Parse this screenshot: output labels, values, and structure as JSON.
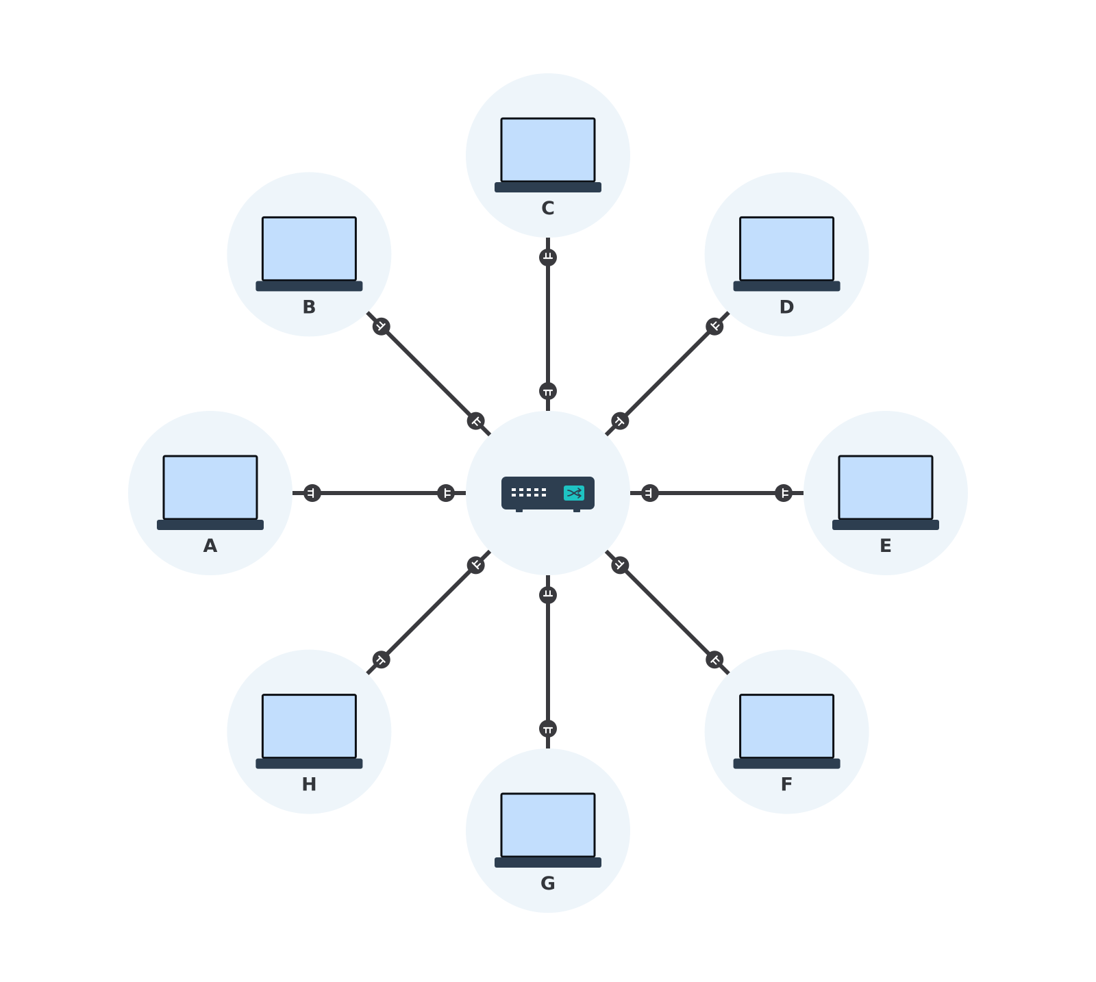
{
  "colors": {
    "background": "#ffffff",
    "node_circle": "#eef5fa",
    "laptop_screen": "#c2defd",
    "laptop_frame": "#0b0f14",
    "laptop_base": "#2d3e50",
    "cable": "#3a3a3e",
    "connector": "#3a3a3e",
    "switch_body": "#2d3e50",
    "switch_ports": "#ffffff",
    "switch_accent": "#1ec3c3",
    "label": "#33363b"
  },
  "hub": {
    "icon": "network-switch-icon",
    "accent_icon": "shuffle-arrows-icon"
  },
  "nodes": [
    {
      "label": "A",
      "icon": "laptop-icon"
    },
    {
      "label": "B",
      "icon": "laptop-icon"
    },
    {
      "label": "C",
      "icon": "laptop-icon"
    },
    {
      "label": "D",
      "icon": "laptop-icon"
    },
    {
      "label": "E",
      "icon": "laptop-icon"
    },
    {
      "label": "F",
      "icon": "laptop-icon"
    },
    {
      "label": "G",
      "icon": "laptop-icon"
    },
    {
      "label": "H",
      "icon": "laptop-icon"
    }
  ]
}
